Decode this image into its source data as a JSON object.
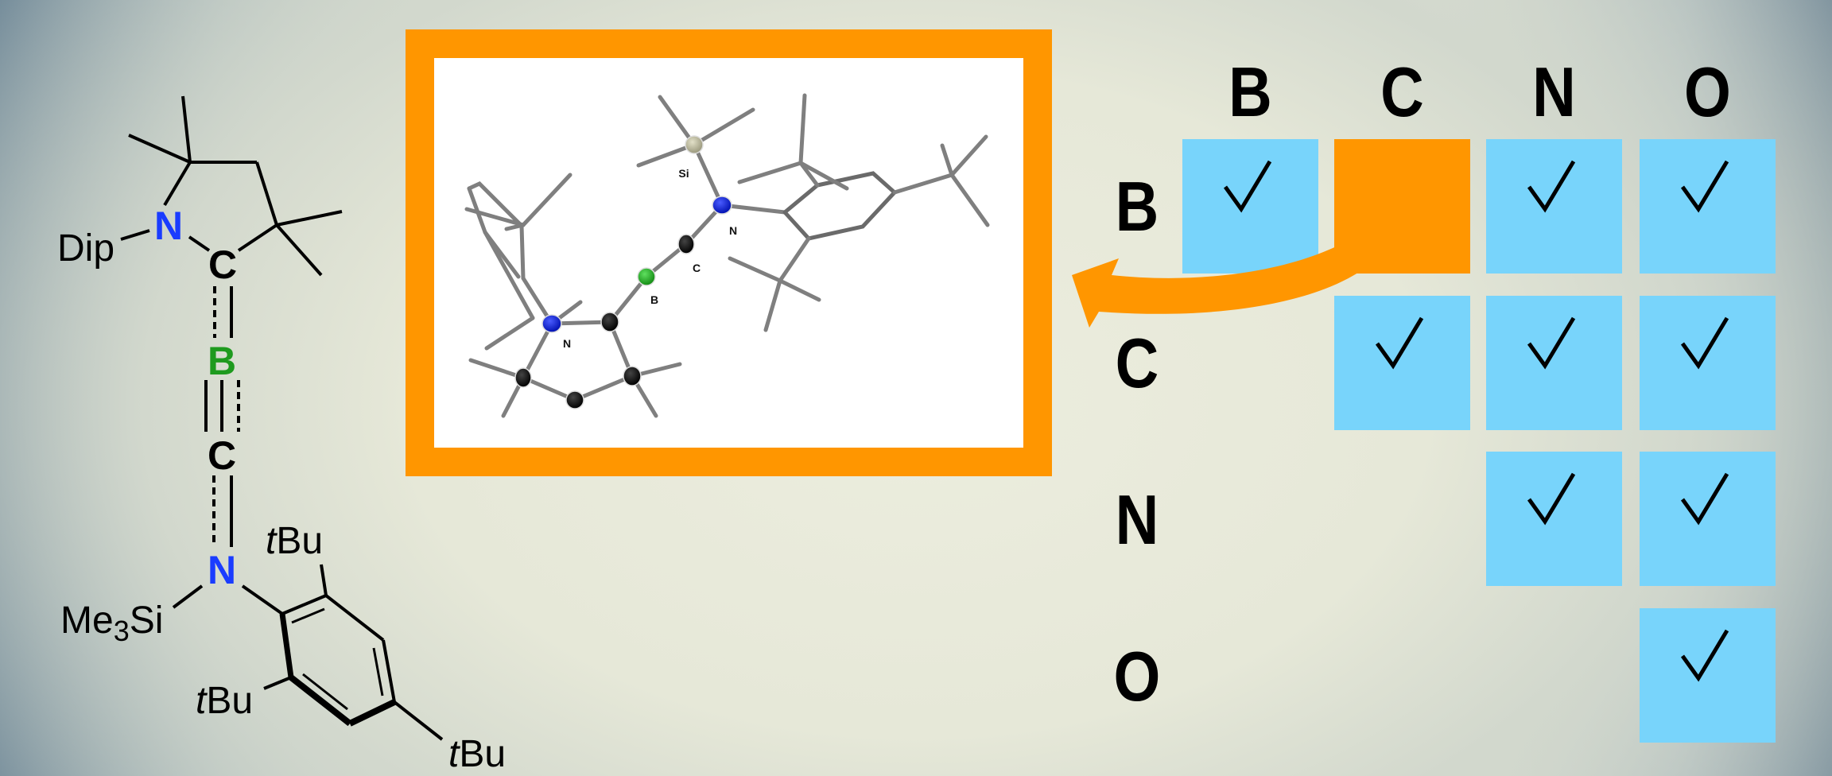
{
  "colors": {
    "accent_orange": "#ff9600",
    "cell_cyan": "#78d4fb",
    "nitrogen_blue": "#1a3cff",
    "boron_green": "#1e9a1e",
    "bond_black": "#000000",
    "ortep_grey": "#7d7d7d"
  },
  "lewis_structure": {
    "labels": {
      "dip": "Dip",
      "n_ring": "N",
      "c_carbene": "C",
      "b_center": "B",
      "c_terminal": "C",
      "n_amino": "N",
      "me3si_me": "Me",
      "me3si_sub": "3",
      "me3si_si": "Si",
      "tbu_t": "t",
      "tbu_bu": "Bu"
    }
  },
  "crystal_structure": {
    "atom_labels": {
      "si": "Si",
      "n_amino": "N",
      "c": "C",
      "b": "B",
      "n_ring": "N"
    }
  },
  "bond_matrix": {
    "columns": [
      "B",
      "C",
      "N",
      "O"
    ],
    "rows": [
      {
        "label": "B",
        "cells": [
          "check",
          "highlight",
          "check",
          "check"
        ]
      },
      {
        "label": "C",
        "cells": [
          "empty",
          "check",
          "check",
          "check"
        ]
      },
      {
        "label": "N",
        "cells": [
          "empty",
          "empty",
          "check",
          "check"
        ]
      },
      {
        "label": "O",
        "cells": [
          "empty",
          "empty",
          "empty",
          "check"
        ]
      }
    ],
    "highlight_note": "B–C cell highlighted with arrow pointing to crystal structure"
  }
}
